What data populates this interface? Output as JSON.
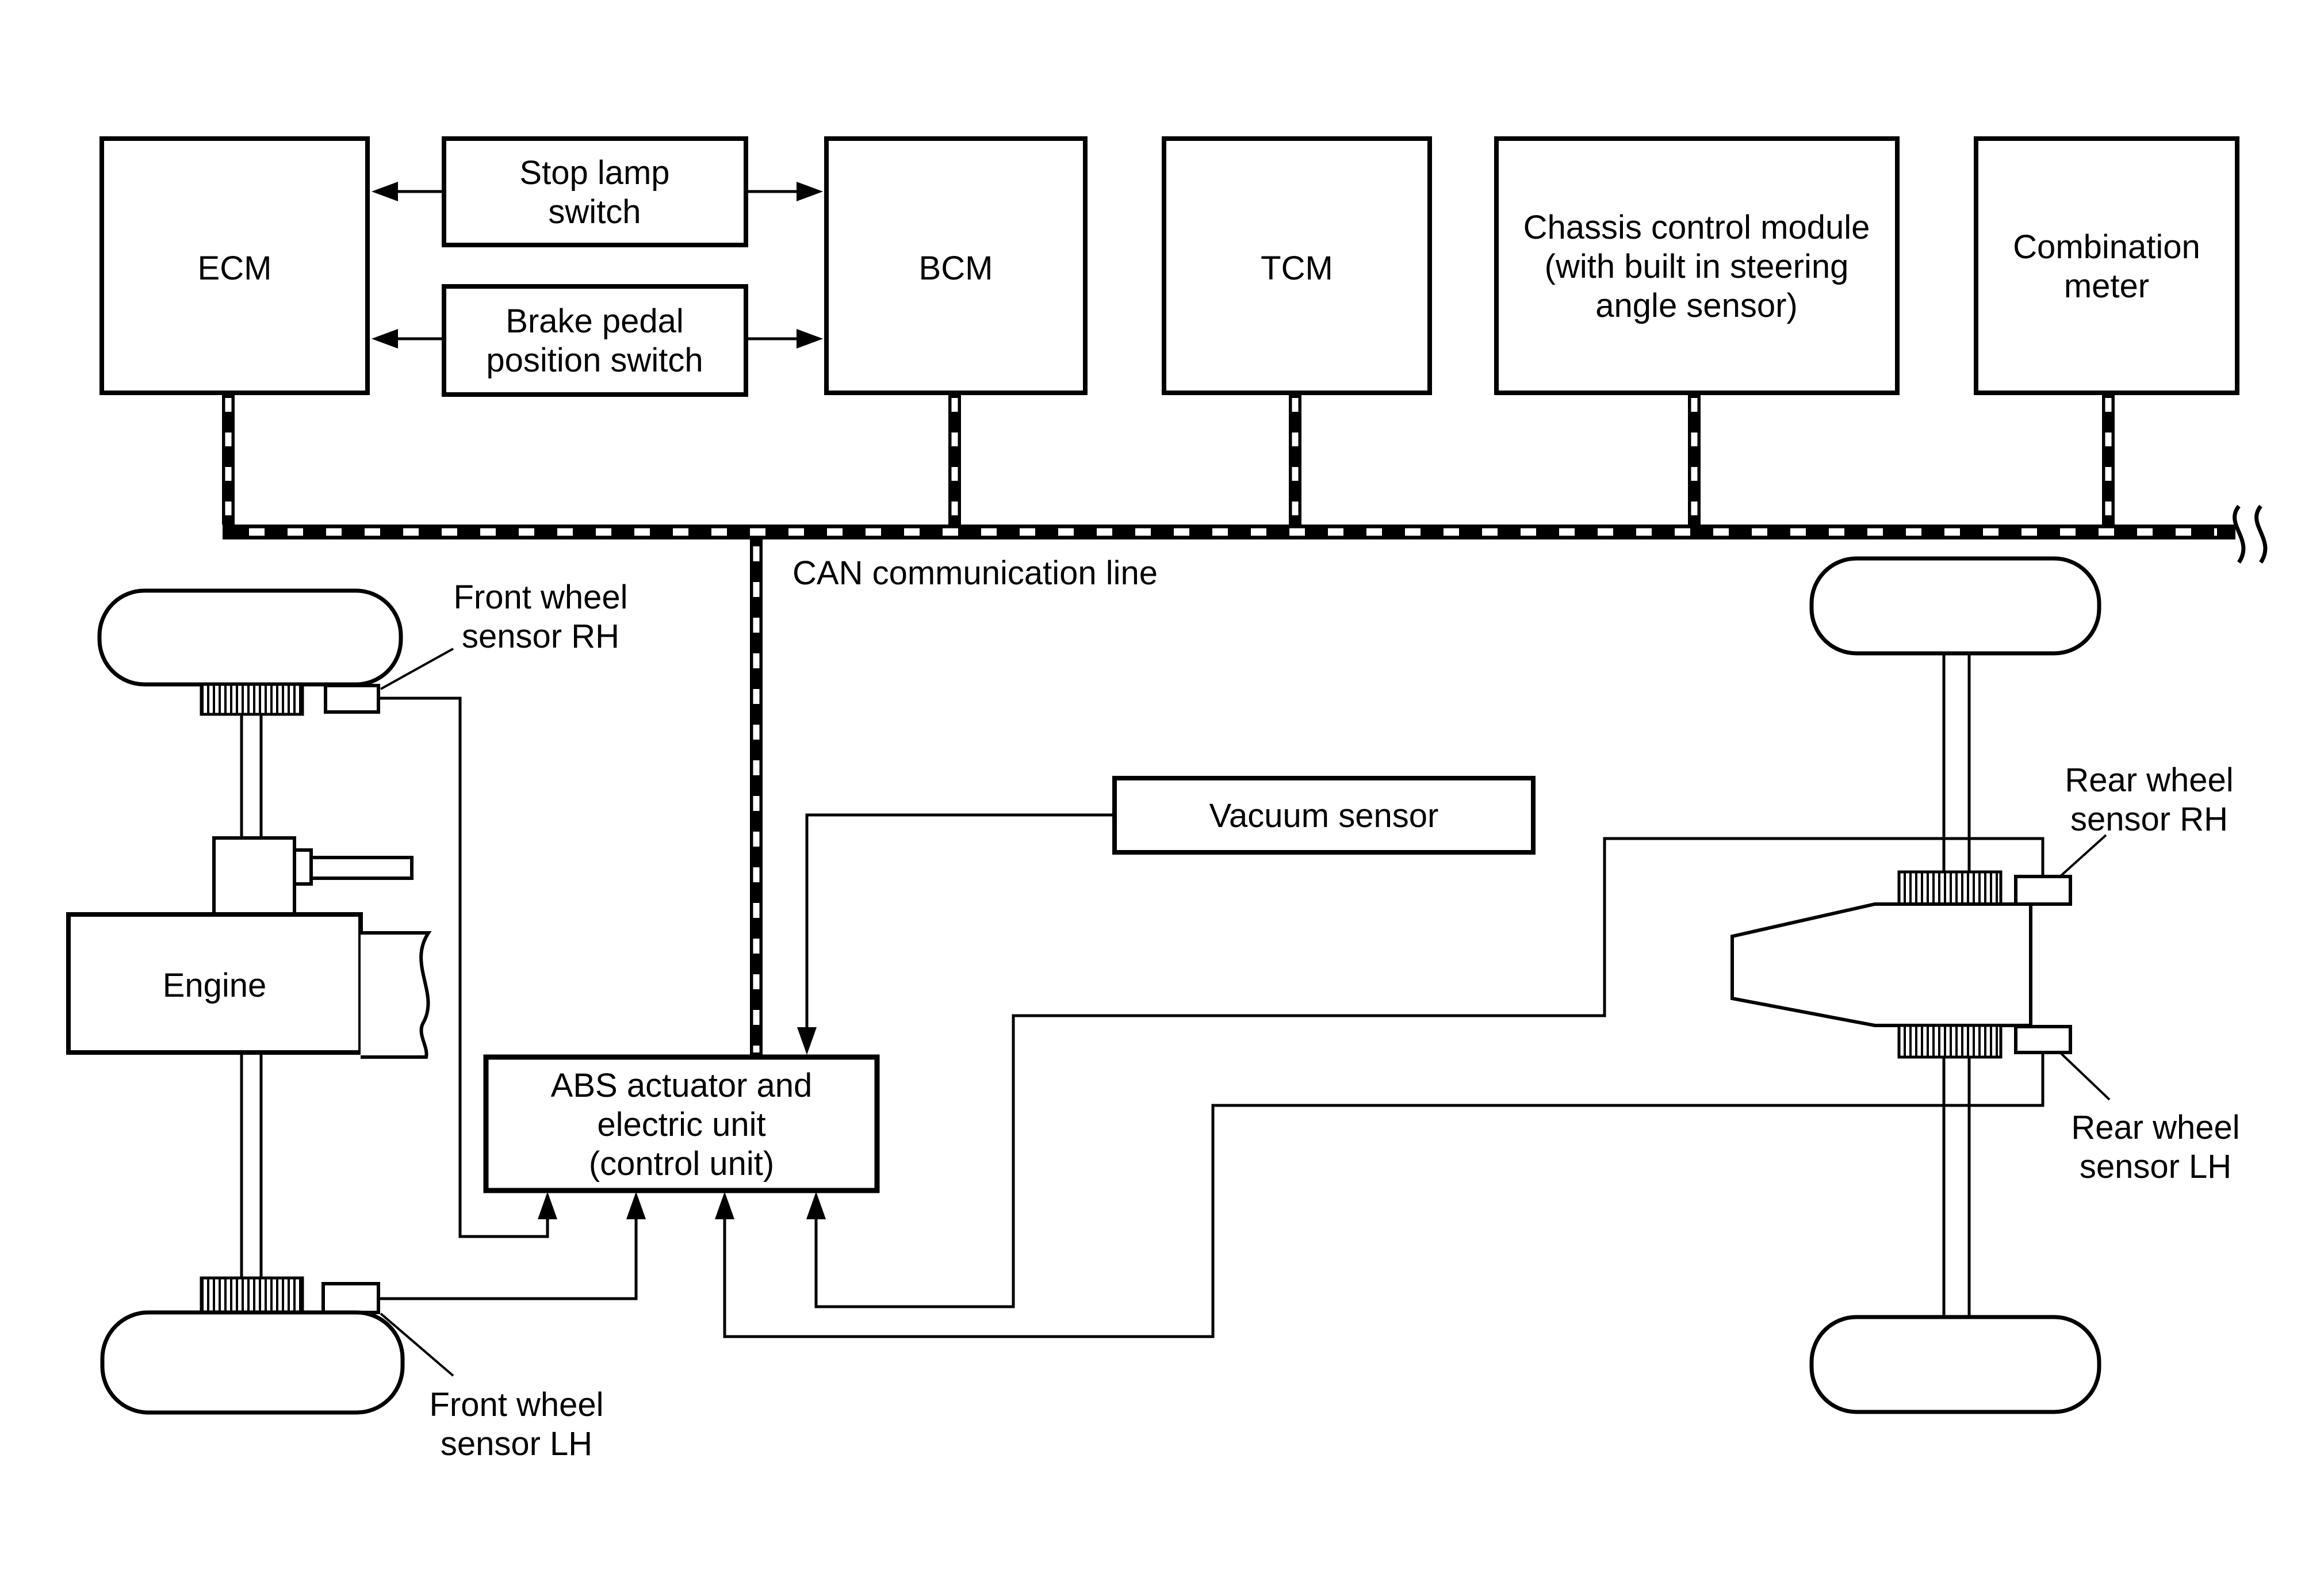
{
  "colors": {
    "line": "#000000",
    "background": "#ffffff"
  },
  "modules": {
    "ecm": {
      "label": "ECM"
    },
    "stop_lamp_switch": {
      "line1": "Stop lamp",
      "line2": "switch"
    },
    "brake_pedal_switch": {
      "line1": "Brake pedal",
      "line2": "position switch"
    },
    "bcm": {
      "label": "BCM"
    },
    "tcm": {
      "label": "TCM"
    },
    "chassis_control_module": {
      "line1": "Chassis control module",
      "line2": "(with built in steering",
      "line3": "angle sensor)"
    },
    "combination_meter": {
      "line1": "Combination",
      "line2": "meter"
    },
    "vacuum_sensor": {
      "label": "Vacuum sensor"
    },
    "abs_unit": {
      "line1": "ABS actuator and",
      "line2": "electric unit",
      "line3": "(control unit)"
    },
    "engine": {
      "label": "Engine"
    }
  },
  "annotations": {
    "can_line": "CAN communication line",
    "front_wheel_sensor_rh": {
      "line1": "Front wheel",
      "line2": "sensor RH"
    },
    "front_wheel_sensor_lh": {
      "line1": "Front wheel",
      "line2": "sensor LH"
    },
    "rear_wheel_sensor_rh": {
      "line1": "Rear wheel",
      "line2": "sensor RH"
    },
    "rear_wheel_sensor_lh": {
      "line1": "Rear wheel",
      "line2": "sensor LH"
    }
  }
}
